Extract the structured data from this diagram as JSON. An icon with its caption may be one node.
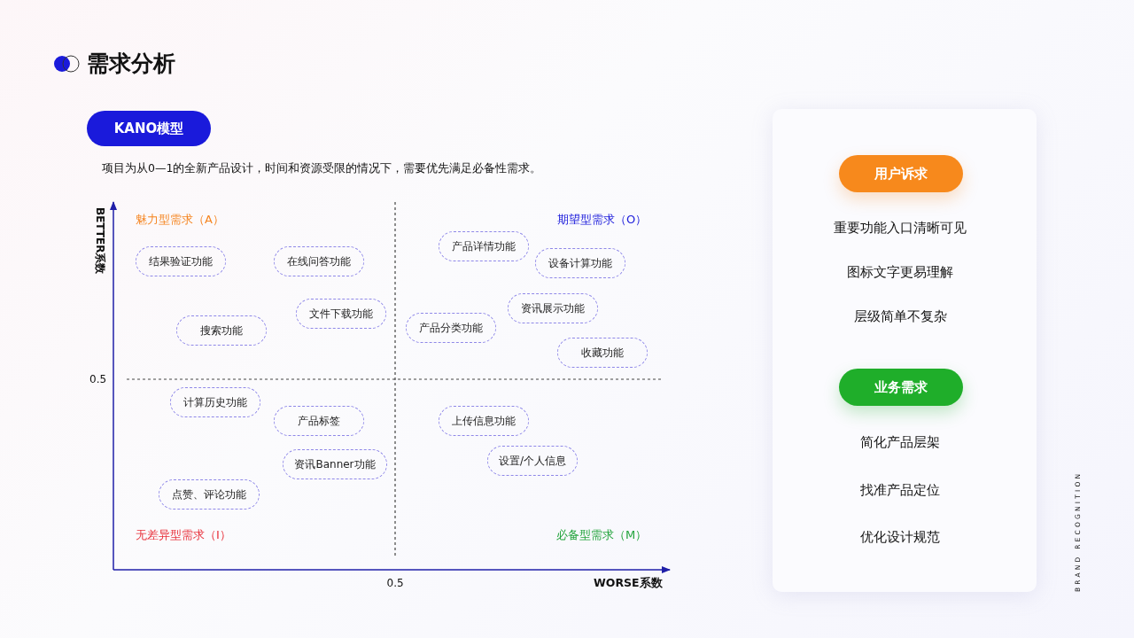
{
  "diagram": {
    "title": "需求分析",
    "nodes": [
      {
        "text": [
          "KANO模型"
        ]
      },
      {
        "text": [
          "结果验证功能"
        ]
      },
      {
        "text": [
          "在线问答功能"
        ]
      },
      {
        "text": [
          "产品详情功能"
        ]
      },
      {
        "text": [
          "设备计算功能"
        ]
      },
      {
        "text": [
          "文件下载功能"
        ]
      },
      {
        "text": [
          "资讯展示功能"
        ]
      },
      {
        "text": [
          "搜索功能"
        ]
      },
      {
        "text": [
          "产品分类功能"
        ]
      },
      {
        "text": [
          "收藏功能"
        ]
      },
      {
        "text": [
          "计算历史功能"
        ]
      },
      {
        "text": [
          "产品标签"
        ]
      },
      {
        "text": [
          "上传信息功能"
        ]
      },
      {
        "text": [
          "资讯Banner功能"
        ]
      },
      {
        "text": [
          "设置/个人信息"
        ]
      },
      {
        "text": [
          "点赞、评论功能"
        ]
      },
      {
        "text": [],
        "shape": "box"
      },
      {
        "text": [
          "用户诉求"
        ],
        "in": 16
      },
      {
        "text": [
          "业务需求"
        ],
        "in": 16
      }
    ],
    "labels": [
      "项目为从0—1的全新产品设计，时间和资源受限的情况下，需要优先满足必备性需求。",
      "BETTER系数",
      "魅力型需求（A）",
      "期望型需求（O）",
      "0.5",
      "无差异型需求（I）",
      "必备型需求（M）",
      "0.5",
      "WORSE系数",
      "重要功能入口清晰可见",
      "图标文字更易理解",
      "层级简单不复杂",
      "简化产品层架",
      "找准产品定位",
      "优化设计规范",
      "BRAND RECOGNITION"
    ]
  }
}
